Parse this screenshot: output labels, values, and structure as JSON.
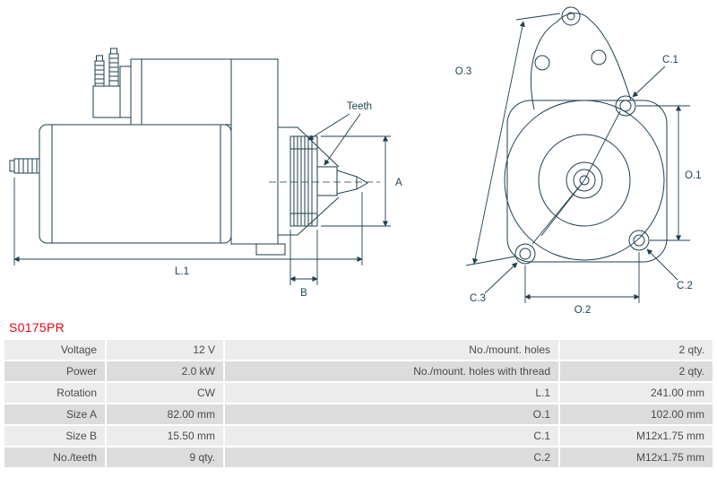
{
  "part_number": "S0175PR",
  "diagram": {
    "labels": {
      "teeth": "Teeth",
      "a": "A",
      "b": "B",
      "l1": "L.1",
      "o1": "O.1",
      "o2": "O.2",
      "o3": "O.3",
      "c1": "C.1",
      "c2": "C.2",
      "c3": "C.3"
    }
  },
  "specs": {
    "rows": [
      {
        "label_left": "Voltage",
        "value_left": "12 V",
        "label_right": "No./mount. holes",
        "value_right": "2 qty."
      },
      {
        "label_left": "Power",
        "value_left": "2.0 kW",
        "label_right": "No./mount. holes with thread",
        "value_right": "2 qty."
      },
      {
        "label_left": "Rotation",
        "value_left": "CW",
        "label_right": "L.1",
        "value_right": "241.00 mm"
      },
      {
        "label_left": "Size A",
        "value_left": "82.00 mm",
        "label_right": "O.1",
        "value_right": "102.00 mm"
      },
      {
        "label_left": "Size B",
        "value_left": "15.50 mm",
        "label_right": "C.1",
        "value_right": "M12x1.75 mm"
      },
      {
        "label_left": "No./teeth",
        "value_left": "9 qty.",
        "label_right": "C.2",
        "value_right": "M12x1.75 mm"
      }
    ]
  },
  "colors": {
    "line": "#1e3f4f",
    "part_number": "#e30613",
    "row_light": "#ececec",
    "row_dark": "#dcdcdc"
  }
}
